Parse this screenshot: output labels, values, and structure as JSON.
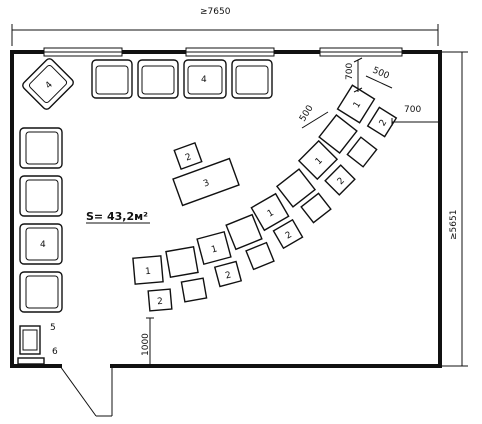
{
  "plan": {
    "area_label": "S= 43,2м²",
    "dimensions": {
      "total_width": "≥7650",
      "total_height": "≥5651",
      "cell_width": "500",
      "cell_depth": "700",
      "cell_gap": "500",
      "side_clearance": "700",
      "door_clearance": "1000"
    },
    "item_labels": {
      "armchair": "4",
      "table": "3",
      "chair": "2",
      "pair_desk": "1",
      "sink": "5",
      "item_six": "6"
    }
  }
}
